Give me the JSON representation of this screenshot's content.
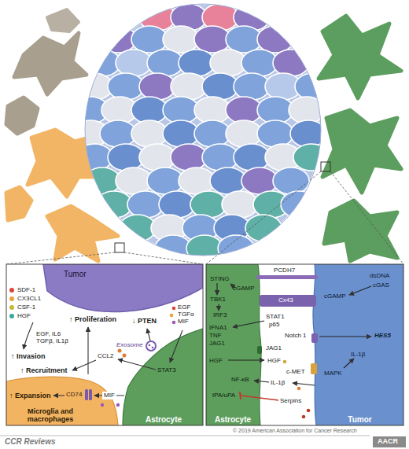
{
  "diagram": {
    "nodes": [
      {
        "text": [
          "Tumor"
        ]
      },
      {
        "text": [
          "Microglia and macrophages"
        ]
      },
      {
        "text": [
          "Astrocyte"
        ]
      },
      {
        "text": [
          "Astrocyte"
        ]
      },
      {
        "text": [
          "Tumor"
        ]
      }
    ],
    "edges": [
      {
        "from": 2,
        "to": 1,
        "label": "MIF",
        "arrow": "to"
      }
    ],
    "labels": [
      "SDF-1",
      "CX3CL1",
      "CSF-1",
      "HGF",
      "↑ Invasion",
      "↑ Proliferation",
      "EGF, IL6 TGFβ, IL1β",
      "↓ PTEN",
      "Exosome",
      "EGF TGFα MIF",
      "STAT3",
      "CCL2",
      "↑ Recruitment",
      "CD74",
      "↑ Expansion",
      "PCDH7",
      "dsDNA",
      "cGAS",
      "STING",
      "TBK1",
      "IRF3",
      "cGAMP",
      "cGAMP",
      "Cx43",
      "STAT1",
      "p65",
      "IFNA1",
      "TNF",
      "JAG1",
      "Notch 1",
      "JAG1",
      "HES5",
      "HGF",
      "HGF",
      "c-MET",
      "MAPK",
      "IL-1β",
      "NF-κB",
      "IL-1β",
      "tPA/uPA",
      "Serpins",
      "© 2019 American Association for Cancer Research",
      "CCR Reviews",
      "AACR"
    ]
  }
}
